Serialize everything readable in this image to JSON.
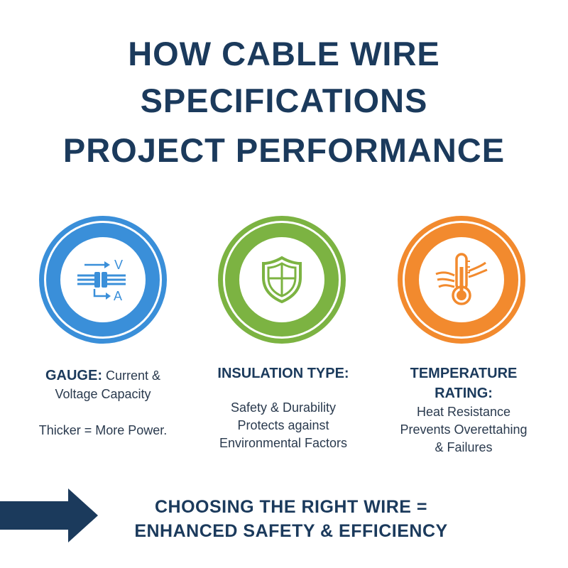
{
  "title": {
    "line1": "HOW CABLE WIRE",
    "line2": "SPECIFICATIONS",
    "line3": "PROJECT PERFORMANCE"
  },
  "colors": {
    "title": "#1b3a5c",
    "gauge": "#3a8fd9",
    "insulation": "#7cb342",
    "temperature": "#f28a2e"
  },
  "columns": [
    {
      "icon": "wire-gauge-icon",
      "icon_labels": {
        "top": "V",
        "bottom": "A"
      },
      "heading": "GAUGE:",
      "heading_rest": " Current &",
      "line2": "Voltage Capacity",
      "line3": "Thicker = More Power."
    },
    {
      "icon": "shield-icon",
      "heading": "INSULATION TYPE:",
      "line2": "Safety & Durability",
      "line3": "Protects against",
      "line4": "Environmental Factors"
    },
    {
      "icon": "thermometer-icon",
      "heading": "TEMPERATURE",
      "heading2": "RATING:",
      "line2": "Heat Resistance",
      "line3": "Prevents Overettahing",
      "line4": "& Failures"
    }
  ],
  "footer": {
    "line1": "CHOOSING THE RIGHT WIRE =",
    "line2": "ENHANCED SAFETY & EFFICIENCY"
  }
}
